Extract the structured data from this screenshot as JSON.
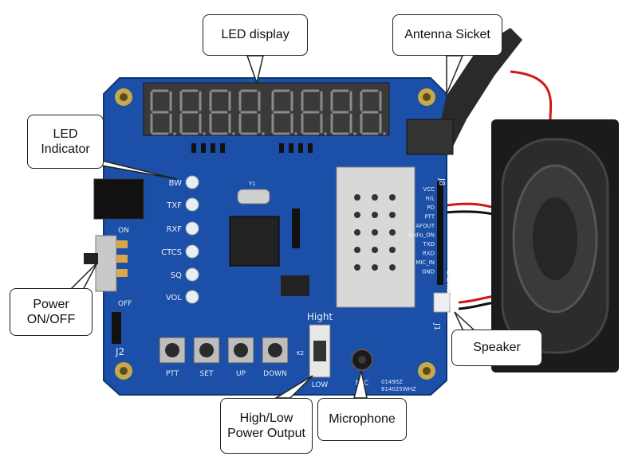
{
  "callouts": {
    "led_display": "LED display",
    "antenna_socket": "Antenna Sicket",
    "led_indicator": "LED\nIndicator",
    "power_onoff": "Power\nON/OFF",
    "speaker": "Speaker",
    "high_low_power": "High/Low\nPower Output",
    "microphone": "Microphone"
  },
  "board": {
    "led_indicators": [
      "BW",
      "TXF",
      "RXF",
      "CTCS",
      "SQ",
      "VOL"
    ],
    "buttons": [
      "PTT",
      "SET",
      "UP",
      "DOWN"
    ],
    "module_pins": [
      "VCC",
      "H/L",
      "PD",
      "PTT",
      "AFOUT",
      "Audio_ON",
      "TXD",
      "RXD",
      "MIC_IN",
      "GND"
    ],
    "switch_on": "ON",
    "switch_off": "OFF",
    "hight_label": "Hight",
    "low_label": "LOW",
    "mic_label": "MIC",
    "header_j2": "J2",
    "header_j8": "J8",
    "header_j1": "J1",
    "speakerout": "SPEAKEROUT",
    "board_id_1": "01495Z",
    "board_id_2": "814025WHZ",
    "k2_label": "K2",
    "y1_label": "Y1"
  },
  "colors": {
    "pcb": "#1b4fa8",
    "pcb_dark": "#143f8a",
    "led_display_bg": "#3a3a3a",
    "module": "#d8d8d8",
    "speaker": "#1b1b1b",
    "antenna": "#2a2a2a",
    "wire_red": "#d01818"
  }
}
